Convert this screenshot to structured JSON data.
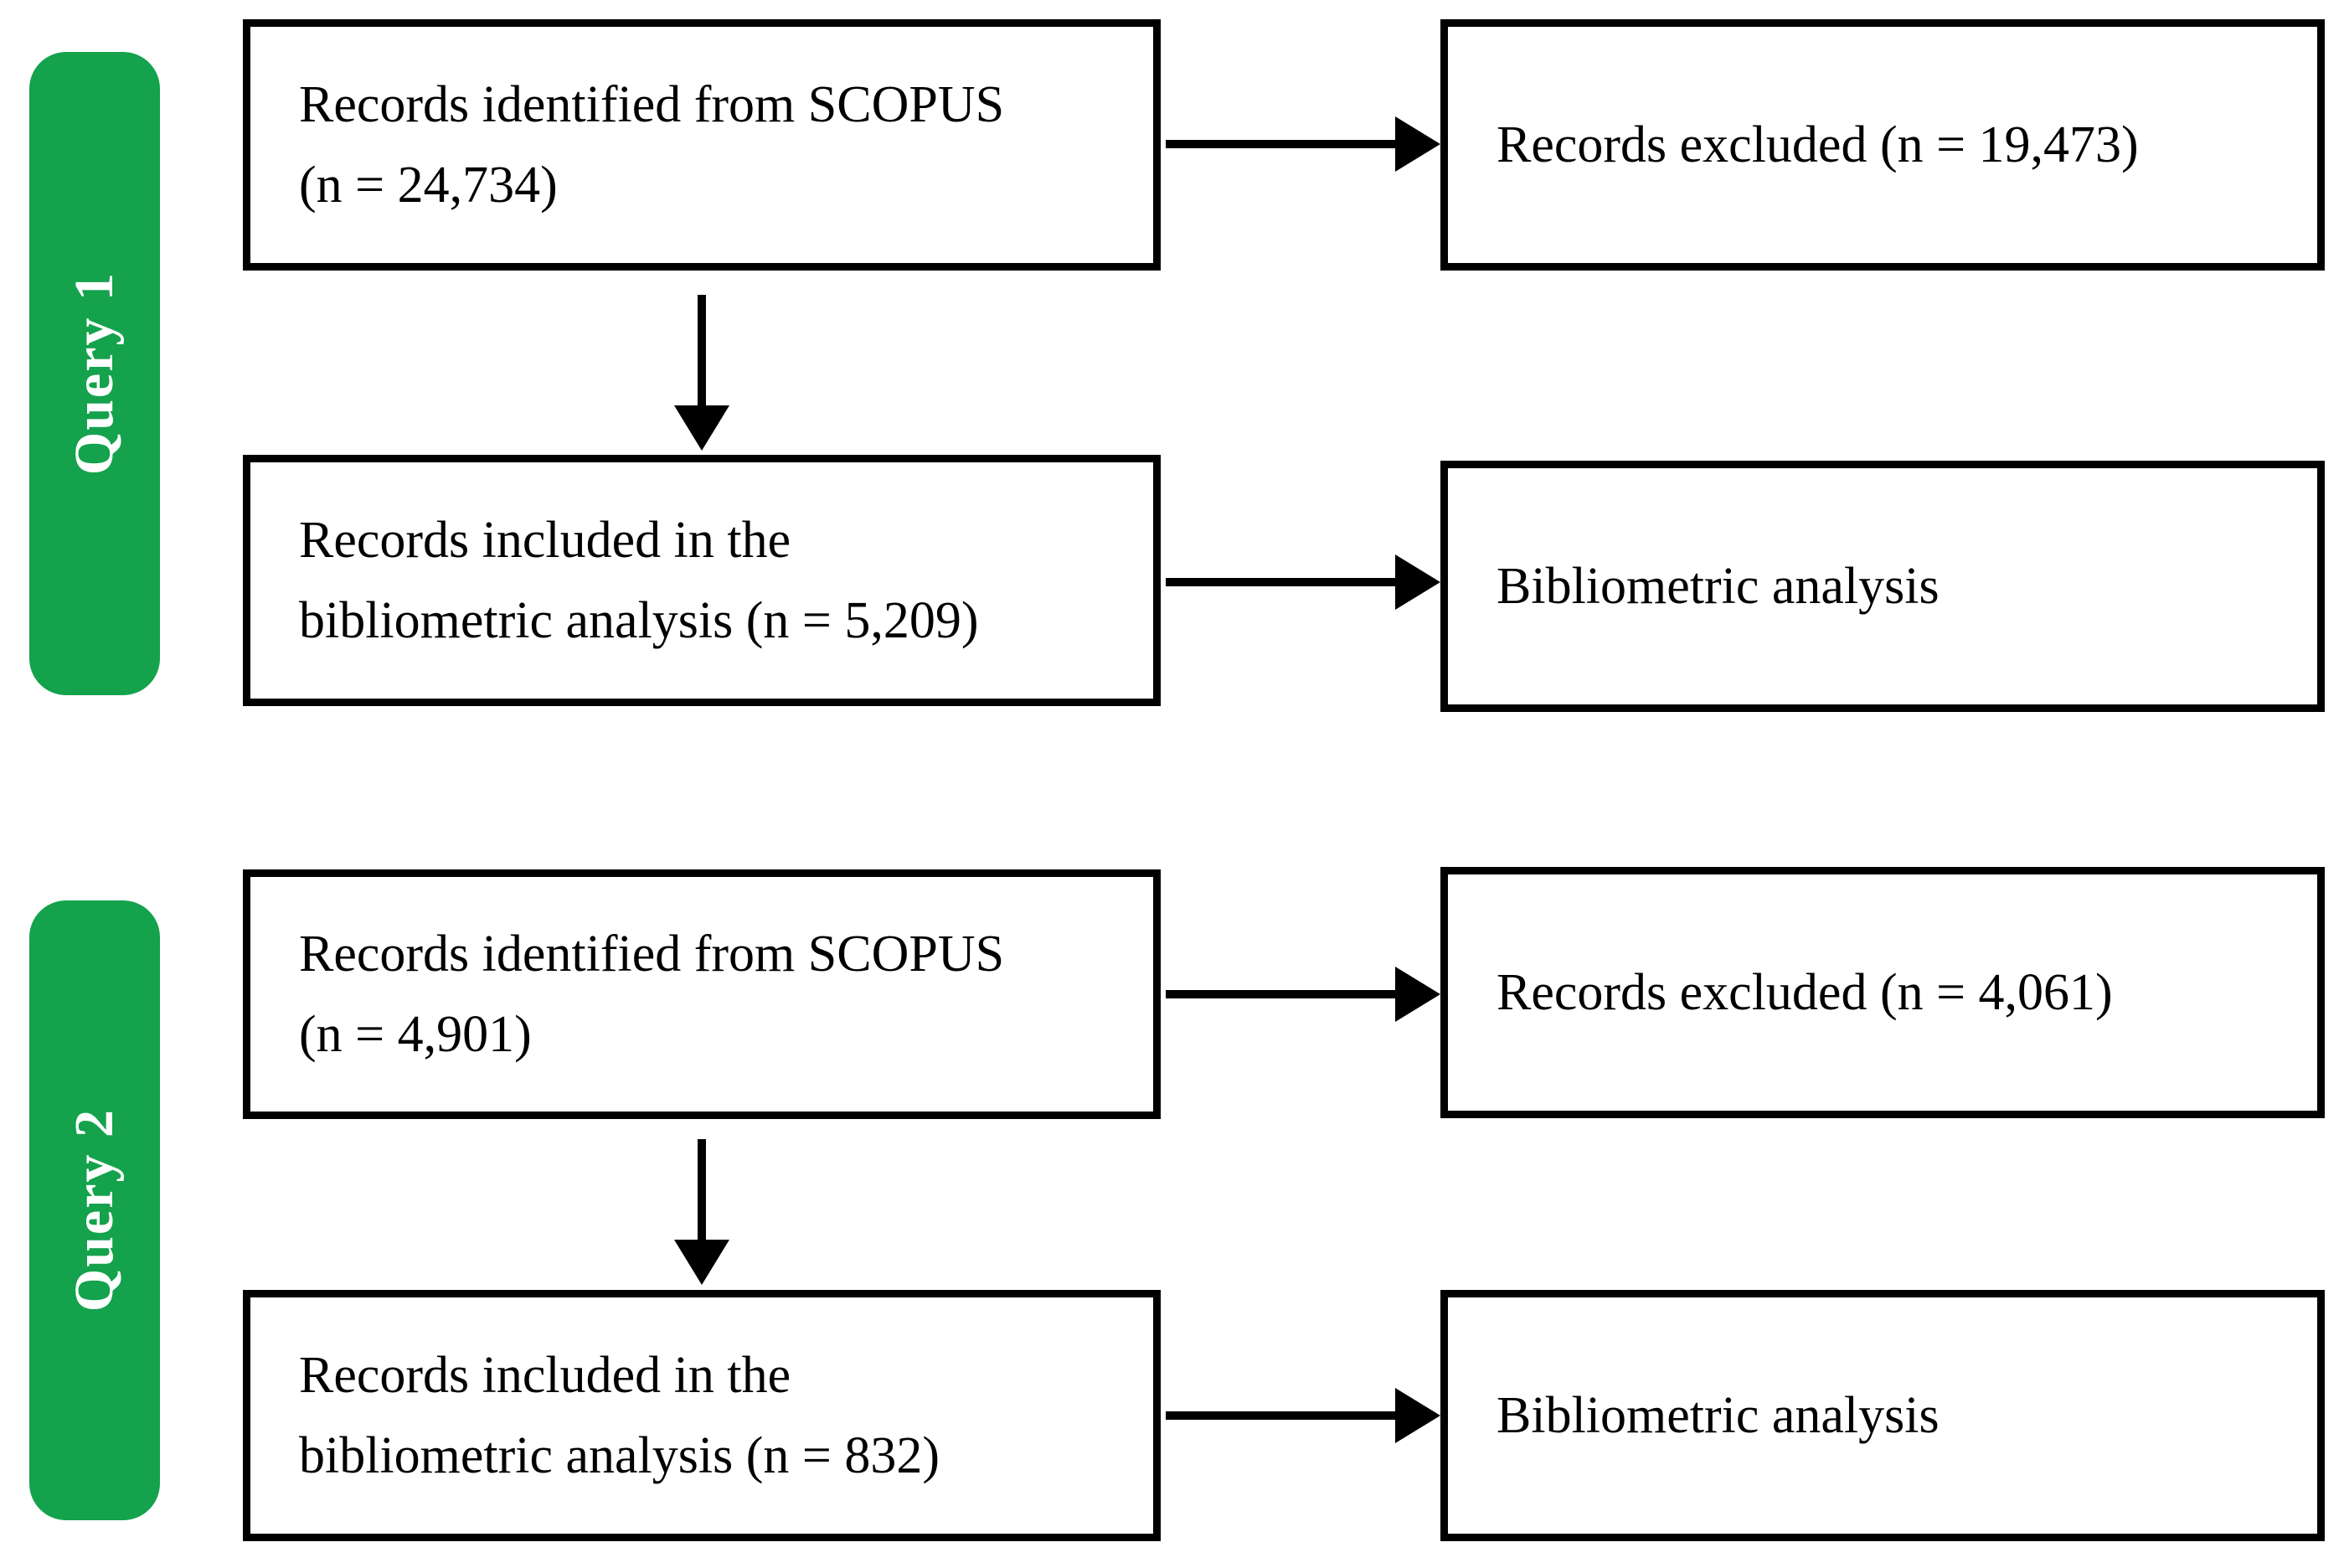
{
  "colors": {
    "background": "#ffffff",
    "pill_green": "#14a24c",
    "pill_text": "#ffffff",
    "box_border": "#000000",
    "box_text": "#000000",
    "arrow": "#000000"
  },
  "queries": [
    {
      "label": "Query 1",
      "identified": {
        "line1": "Records identified from SCOPUS",
        "line2": "(n = 24,734)"
      },
      "excluded": {
        "line1": "Records excluded (n = 19,473)"
      },
      "included": {
        "line1": "Records included in the",
        "line2": "bibliometric analysis (n = 5,209)"
      },
      "analysis": {
        "line1": "Bibliometric analysis"
      }
    },
    {
      "label": "Query 2",
      "identified": {
        "line1": "Records identified from SCOPUS",
        "line2": "(n = 4,901)"
      },
      "excluded": {
        "line1": "Records excluded (n = 4,061)"
      },
      "included": {
        "line1": "Records included in the",
        "line2": "bibliometric analysis (n = 832)"
      },
      "analysis": {
        "line1": "Bibliometric analysis"
      }
    }
  ]
}
